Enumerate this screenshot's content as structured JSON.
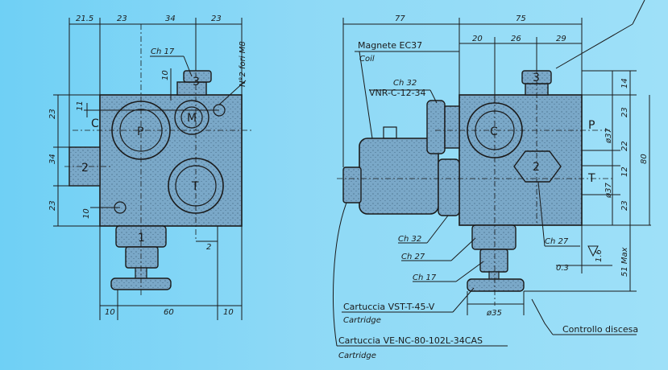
{
  "colors": {
    "background": "#8ed9f6",
    "body": "#7aa8c8",
    "line": "#1a1a1a"
  },
  "left_view": {
    "dims_top": [
      "21.5",
      "23",
      "34",
      "23"
    ],
    "dims_left": [
      "23",
      "34",
      "23"
    ],
    "dims_bottom": [
      "10",
      "60",
      "10"
    ],
    "dim_11": "11",
    "dim_10_top": "10",
    "dim_10_side": "10",
    "dim_2": "2",
    "fori": "N°2 fori M8",
    "ch17": "Ch 17",
    "ports": {
      "P": "P",
      "M": "M",
      "C": "C",
      "T": "T",
      "n1": "1",
      "n2": "2",
      "n3": "3"
    }
  },
  "right_view": {
    "dims_top": [
      "77",
      "75"
    ],
    "dims_top2": [
      "20",
      "26",
      "29"
    ],
    "dims_right": [
      "14",
      "23",
      "22",
      "12",
      "23"
    ],
    "dim_80": "80",
    "dim_phi37_a": "ø37",
    "dim_phi37_b": "ø37",
    "dim_51": "51 Max",
    "dim_16": "1.6",
    "dim_03": "0.3",
    "dim_phi35": "ø35",
    "magnete": "Magnete   EC37",
    "coil": "Coil",
    "ch32_top": "Ch 32",
    "vnr": "VNR-C-12-34",
    "ch32_bot": "Ch 32",
    "ch27_left": "Ch 27",
    "ch27_right": "Ch 27",
    "ch17": "Ch 17",
    "cartuccia1": "Cartuccia  VST-T-45-V",
    "cartridge1": "Cartridge",
    "cartuccia2": "Cartuccia  VE-NC-80-102L-34CAS",
    "cartridge2": "Cartridge",
    "controllo": "Controllo  discesa",
    "ports": {
      "C": "C",
      "P": "P",
      "T": "T",
      "n2": "2",
      "n3": "3"
    }
  }
}
